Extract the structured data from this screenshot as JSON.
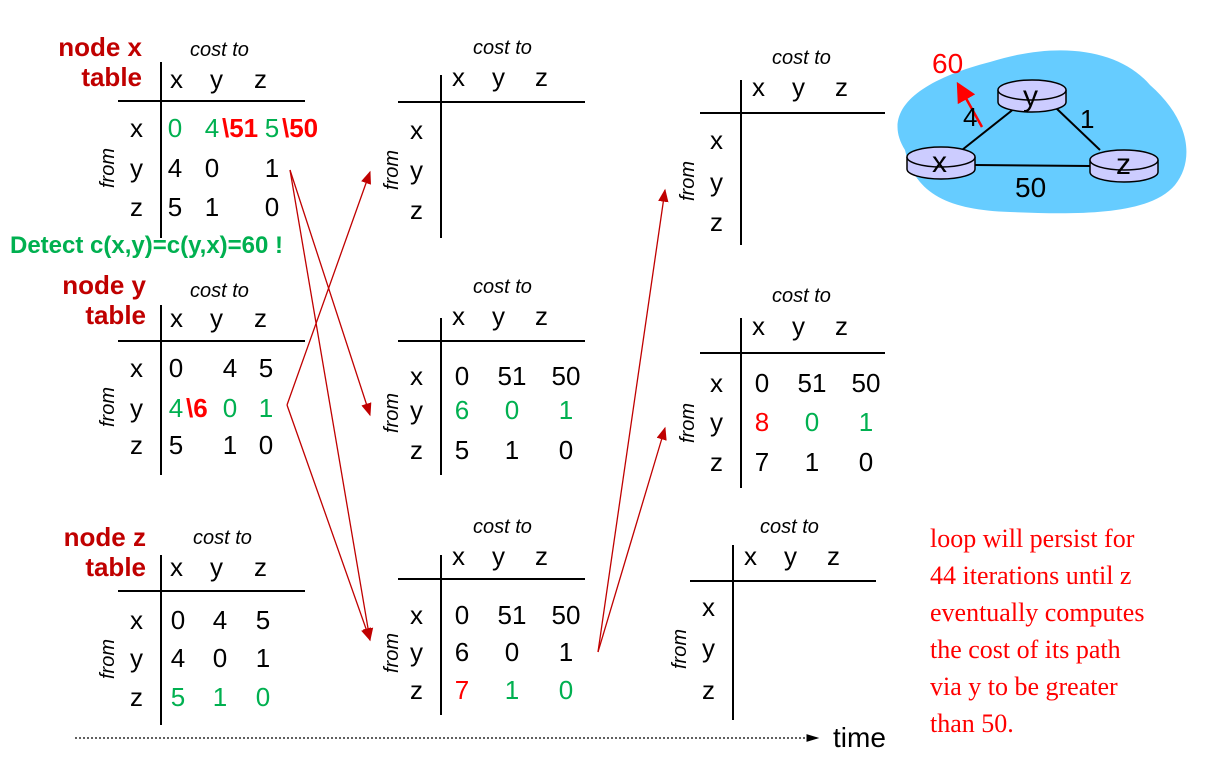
{
  "colors": {
    "green": "#00b050",
    "red": "#ff0000",
    "darkred": "#c00000",
    "cloud": "#66ccff",
    "router": "#ccccff"
  },
  "labels": {
    "node_x": [
      "node x",
      "table"
    ],
    "node_y": [
      "node y",
      "table"
    ],
    "node_z": [
      "node z",
      "table"
    ],
    "cost_to": "cost to",
    "from": "from",
    "cols": [
      "x",
      "y",
      "z"
    ],
    "rows": [
      "x",
      "y",
      "z"
    ]
  },
  "detect": "Detect c(x,y)=c(y,x)=60 !",
  "time": "time",
  "note": [
    "loop will persist for",
    "44 iterations until z",
    "eventually computes",
    "the cost of its path",
    "via y to be greater",
    "than 50."
  ],
  "network": {
    "nodes": [
      "x",
      "y",
      "z"
    ],
    "links": [
      {
        "a": "x",
        "b": "y",
        "cost": "4"
      },
      {
        "a": "y",
        "b": "z",
        "cost": "1"
      },
      {
        "a": "x",
        "b": "z",
        "cost": "50"
      }
    ],
    "changed_cost": "60"
  },
  "tables": [
    {
      "id": "t1",
      "cells": [
        [
          {
            "v": "0",
            "c": "green"
          },
          {
            "v": "4",
            "c": "green",
            "s": "\\51"
          },
          {
            "v": "5",
            "c": "green",
            "s": "\\50"
          }
        ],
        [
          {
            "v": "4"
          },
          {
            "v": "0"
          },
          {
            "v": "1"
          }
        ],
        [
          {
            "v": "5"
          },
          {
            "v": "1"
          },
          {
            "v": "0"
          }
        ]
      ]
    },
    {
      "id": "t2",
      "cells": [
        [
          {
            "v": "0"
          },
          {
            "v": "4"
          },
          {
            "v": "5"
          }
        ],
        [
          {
            "v": "4",
            "c": "green",
            "s": "\\6"
          },
          {
            "v": "0",
            "c": "green"
          },
          {
            "v": "1",
            "c": "green"
          }
        ],
        [
          {
            "v": "5"
          },
          {
            "v": "1"
          },
          {
            "v": "0"
          }
        ]
      ]
    },
    {
      "id": "t3",
      "cells": [
        [
          {
            "v": "0"
          },
          {
            "v": "4"
          },
          {
            "v": "5"
          }
        ],
        [
          {
            "v": "4"
          },
          {
            "v": "0"
          },
          {
            "v": "1"
          }
        ],
        [
          {
            "v": "5",
            "c": "green"
          },
          {
            "v": "1",
            "c": "green"
          },
          {
            "v": "0",
            "c": "green"
          }
        ]
      ]
    },
    {
      "id": "t4",
      "cells": [
        [],
        [],
        []
      ]
    },
    {
      "id": "t5",
      "cells": [
        [
          {
            "v": "0"
          },
          {
            "v": "51"
          },
          {
            "v": "50"
          }
        ],
        [
          {
            "v": "6",
            "c": "green"
          },
          {
            "v": "0",
            "c": "green"
          },
          {
            "v": "1",
            "c": "green"
          }
        ],
        [
          {
            "v": "5"
          },
          {
            "v": "1"
          },
          {
            "v": "0"
          }
        ]
      ]
    },
    {
      "id": "t6",
      "cells": [
        [
          {
            "v": "0"
          },
          {
            "v": "51"
          },
          {
            "v": "50"
          }
        ],
        [
          {
            "v": "6"
          },
          {
            "v": "0"
          },
          {
            "v": "1"
          }
        ],
        [
          {
            "v": "7",
            "c": "red"
          },
          {
            "v": "1",
            "c": "green"
          },
          {
            "v": "0",
            "c": "green"
          }
        ]
      ]
    },
    {
      "id": "t7",
      "cells": [
        [],
        [],
        []
      ]
    },
    {
      "id": "t8",
      "cells": [
        [
          {
            "v": "0"
          },
          {
            "v": "51"
          },
          {
            "v": "50"
          }
        ],
        [
          {
            "v": "8",
            "c": "red"
          },
          {
            "v": "0",
            "c": "green"
          },
          {
            "v": "1",
            "c": "green"
          }
        ],
        [
          {
            "v": "7"
          },
          {
            "v": "1"
          },
          {
            "v": "0"
          }
        ]
      ]
    },
    {
      "id": "t9",
      "cells": [
        [],
        [],
        []
      ]
    }
  ]
}
